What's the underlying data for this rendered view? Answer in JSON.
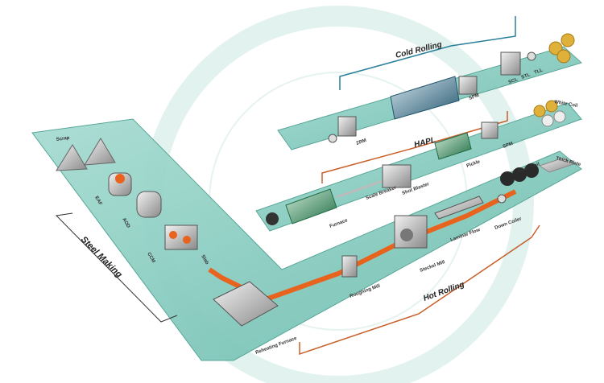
{
  "sections": {
    "cold_rolling": "Cold Rolling",
    "hapl": "HAPL",
    "hot_rolling": "Hot Rolling",
    "steel_making": "Steel Making"
  },
  "equipment": {
    "zrm": "ZRM",
    "spm_cold": "SPM",
    "scl": "SCL",
    "stl": "STL",
    "tll": "TLL",
    "white_coil": "White Coil",
    "spm_hapl": "SPM",
    "pickle": "Pickle",
    "shot_blaster": "Shot Blaster",
    "scale_breaker": "Scale Breaker",
    "furnace": "Furnace",
    "thick_plate": "Thick Plate",
    "black_coil": "Black Coil",
    "laminar_flow": "Laminar Flow",
    "down_coiler": "Down Coiler",
    "steckel_mill": "Steckel Mill",
    "roughing_mill": "Roughing Mill",
    "reheating_furnace": "Reheating Furnace",
    "slab": "Slab",
    "ccm": "CCM",
    "aod": "AOD",
    "eaf": "EAF",
    "scrap": "Scrap"
  },
  "colors": {
    "panel": "#8fd0c4",
    "panel_dark": "#5fb3a5",
    "bracket_orange": "#c8602a",
    "bracket_blue": "#2a7f9a",
    "hot_strip": "#e8641e"
  }
}
